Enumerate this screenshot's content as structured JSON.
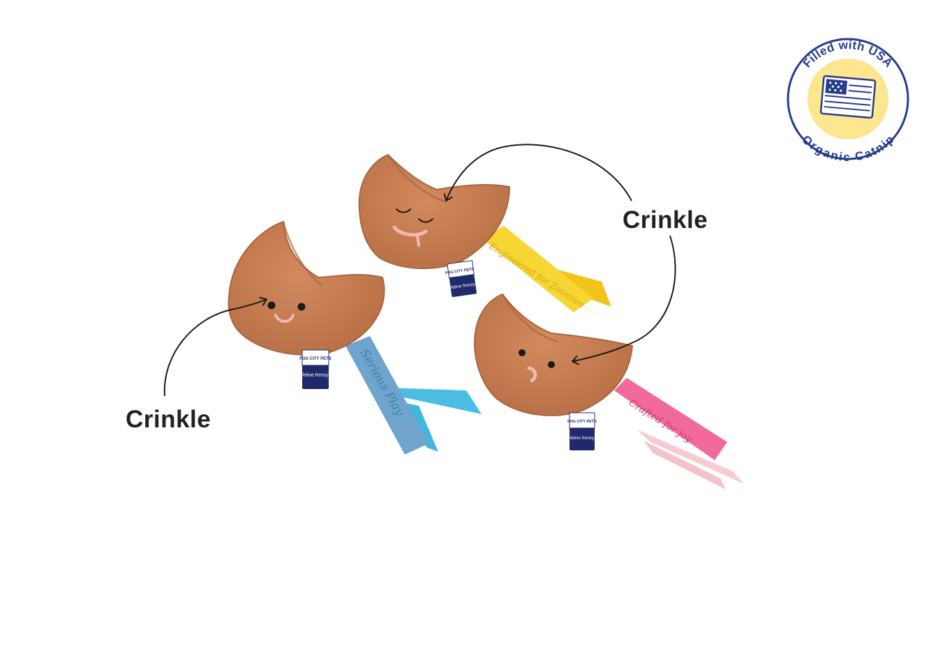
{
  "callouts": {
    "upper_right": "Crinkle",
    "lower_left": "Crinkle"
  },
  "badge": {
    "top_text": "Filled with USA",
    "bottom_text": "Organic Catnip",
    "icon": "usa-flag-icon"
  },
  "toys": [
    {
      "name": "smiling-fortune-cookie",
      "tag_brand_top": "FOG CITY PETS",
      "tag_brand_bottom": "feline frenzy",
      "ribbon_text": "Serious Play",
      "ribbon_color": "#6fa4cf",
      "ribbon_accent": "#49bde2"
    },
    {
      "name": "sleepy-fortune-cookie",
      "tag_brand_top": "FOG CITY PETS",
      "tag_brand_bottom": "feline frenzy",
      "ribbon_text": "Engineered for Zoomies",
      "ribbon_color": "#f7d633",
      "ribbon_accent": "#f2c31a"
    },
    {
      "name": "surprised-fortune-cookie",
      "tag_brand_top": "FOG CITY PETS",
      "tag_brand_bottom": "feline frenzy",
      "ribbon_text": "Crafted for joy",
      "ribbon_color": "#f2699b",
      "ribbon_accent": "#f6c9cf"
    }
  ],
  "colors": {
    "felt": "#c77f55",
    "felt_shadow": "#a9653f",
    "badge_navy": "#263c8e",
    "badge_yellow": "#fde68e",
    "tag_navy": "#1f2a6b",
    "callout_text": "#222222"
  }
}
